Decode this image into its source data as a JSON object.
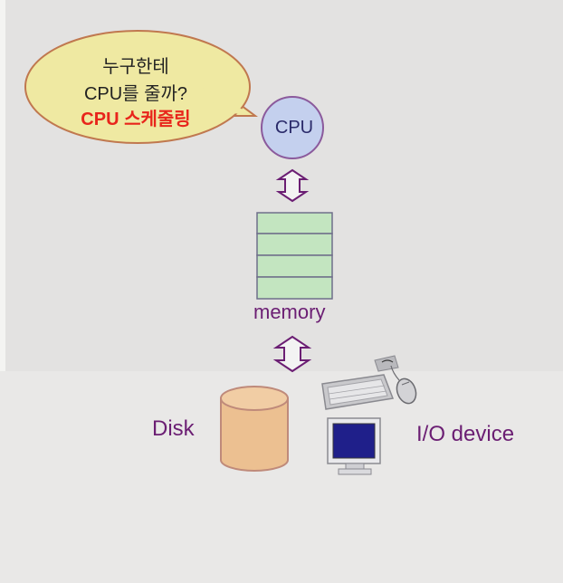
{
  "speech_bubble": {
    "line1": "누구한테",
    "line2": "CPU를 줄까?",
    "line3": "CPU 스케줄링"
  },
  "components": {
    "cpu": "CPU",
    "memory": "memory",
    "disk": "Disk",
    "io_device": "I/O device"
  },
  "colors": {
    "background": "#e3e2e1",
    "bubble_fill": "#efe9a2",
    "bubble_stroke": "#c0784f",
    "cpu_fill": "#c4d0ee",
    "cpu_stroke": "#8b5a9c",
    "memory_fill": "#c3e5c0",
    "memory_stroke": "#6f6f8a",
    "disk_fill": "#ecc091",
    "disk_stroke": "#bf8a7a",
    "label_color": "#6b1e73",
    "highlight_text": "#e8251b"
  }
}
